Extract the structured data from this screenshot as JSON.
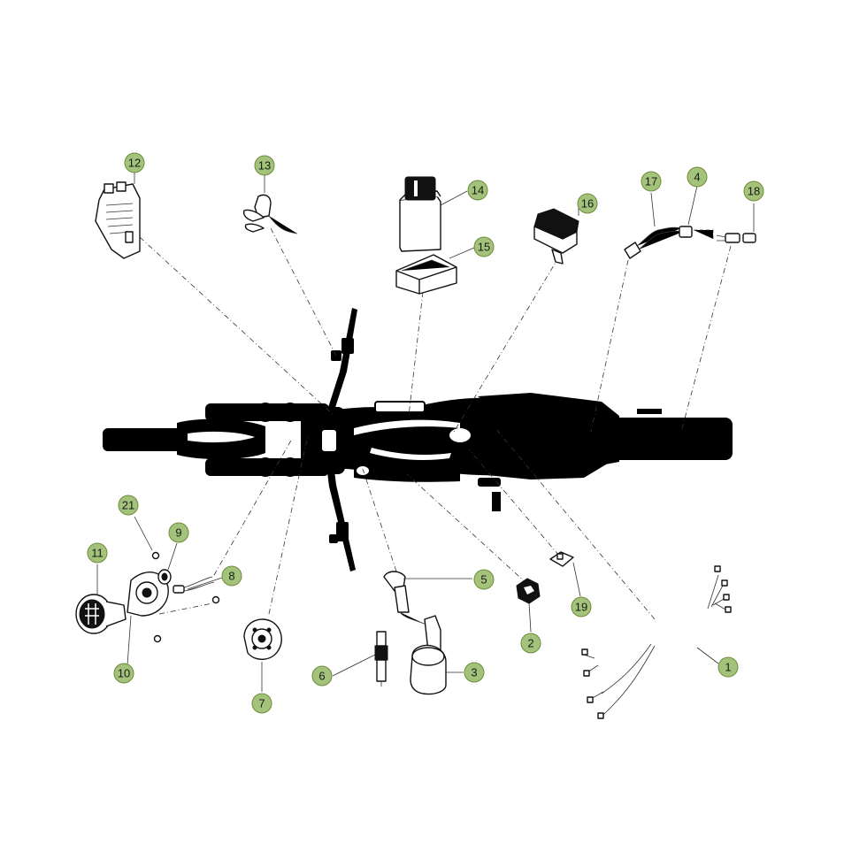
{
  "diagram": {
    "callout_color": "#a4c37a",
    "callouts": [
      {
        "id": "c1",
        "label": "1"
      },
      {
        "id": "c2",
        "label": "2"
      },
      {
        "id": "c3",
        "label": "3"
      },
      {
        "id": "c4",
        "label": "4"
      },
      {
        "id": "c5",
        "label": "5"
      },
      {
        "id": "c6",
        "label": "6"
      },
      {
        "id": "c7",
        "label": "7"
      },
      {
        "id": "c8",
        "label": "8"
      },
      {
        "id": "c9",
        "label": "9"
      },
      {
        "id": "c10",
        "label": "10"
      },
      {
        "id": "c11",
        "label": "11"
      },
      {
        "id": "c12",
        "label": "12"
      },
      {
        "id": "c13",
        "label": "13"
      },
      {
        "id": "c14",
        "label": "14"
      },
      {
        "id": "c15",
        "label": "15"
      },
      {
        "id": "c16",
        "label": "16"
      },
      {
        "id": "c17",
        "label": "17"
      },
      {
        "id": "c18",
        "label": "18"
      },
      {
        "id": "c19",
        "label": "19"
      },
      {
        "id": "c21",
        "label": "21"
      }
    ]
  }
}
